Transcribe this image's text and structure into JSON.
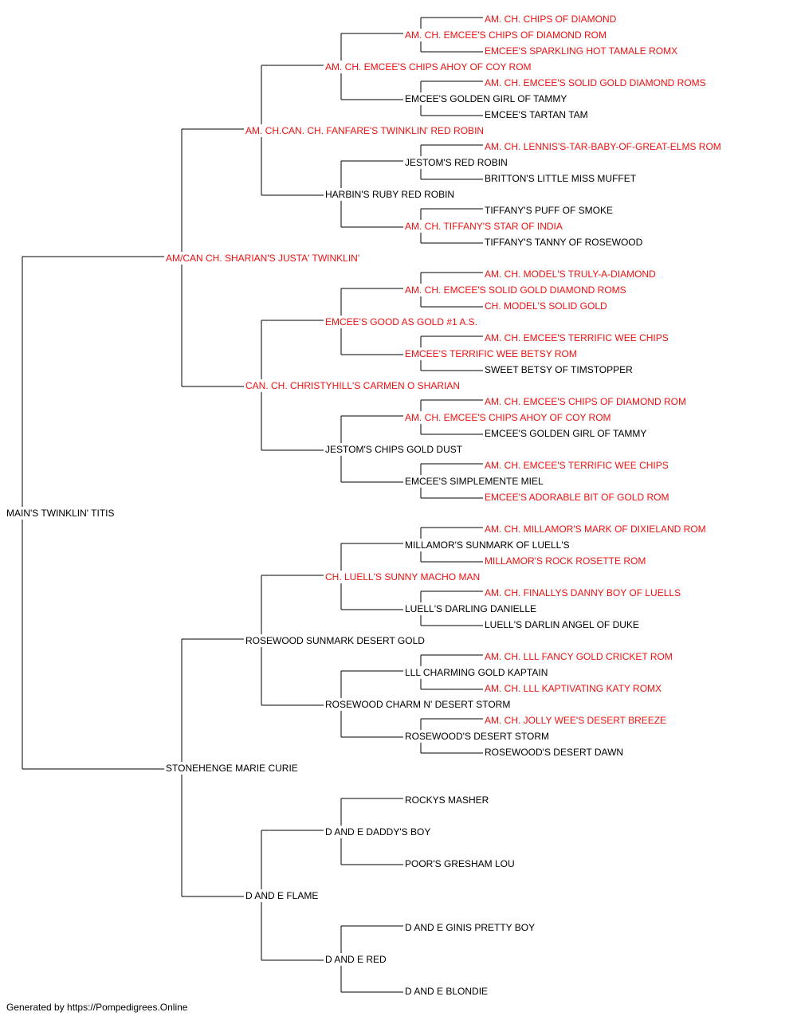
{
  "colors": {
    "champion": "#ee1111",
    "normal": "#000000",
    "line": "#000000"
  },
  "pedigree": {
    "n": "MAIN'S TWINKLIN' TITIS",
    "s": {
      "n": "AM/CAN CH. SHARIAN'S JUSTA' TWINKLIN'",
      "ch": true,
      "s": {
        "n": "AM. CH.CAN. CH. FANFARE'S TWINKLIN' RED ROBIN",
        "ch": true,
        "s": {
          "n": "AM. CH. EMCEE'S CHIPS AHOY OF COY ROM",
          "ch": true,
          "s": {
            "n": "AM. CH. EMCEE'S CHIPS OF DIAMOND ROM",
            "ch": true,
            "s": {
              "n": "AM. CH. CHIPS OF DIAMOND",
              "ch": true
            },
            "d": {
              "n": "EMCEE'S SPARKLING HOT TAMALE ROMX",
              "ch": true
            }
          },
          "d": {
            "n": "EMCEE'S GOLDEN GIRL OF TAMMY",
            "s": {
              "n": "AM. CH. EMCEE'S SOLID GOLD DIAMOND ROMS",
              "ch": true
            },
            "d": {
              "n": "EMCEE'S TARTAN TAM"
            }
          }
        },
        "d": {
          "n": "HARBIN'S RUBY RED ROBIN",
          "s": {
            "n": "JESTOM'S RED ROBIN",
            "s": {
              "n": "AM. CH. LENNIS'S-TAR-BABY-OF-GREAT-ELMS ROM",
              "ch": true
            },
            "d": {
              "n": "BRITTON'S LITTLE MISS MUFFET"
            }
          },
          "d": {
            "n": "AM. CH. TIFFANY'S STAR OF INDIA",
            "ch": true,
            "s": {
              "n": "TIFFANY'S PUFF OF SMOKE"
            },
            "d": {
              "n": "TIFFANY'S TANNY OF ROSEWOOD"
            }
          }
        }
      },
      "d": {
        "n": "CAN. CH. CHRISTYHILL'S CARMEN O SHARIAN",
        "ch": true,
        "s": {
          "n": "EMCEE'S GOOD AS GOLD #1 A.S.",
          "ch": true,
          "s": {
            "n": "AM. CH. EMCEE'S SOLID GOLD DIAMOND ROMS",
            "ch": true,
            "s": {
              "n": "AM. CH. MODEL'S TRULY-A-DIAMOND",
              "ch": true
            },
            "d": {
              "n": "CH. MODEL'S SOLID GOLD",
              "ch": true
            }
          },
          "d": {
            "n": "EMCEE'S TERRIFIC WEE BETSY ROM",
            "ch": true,
            "s": {
              "n": "AM. CH. EMCEE'S TERRIFIC WEE CHIPS",
              "ch": true
            },
            "d": {
              "n": "SWEET BETSY OF TIMSTOPPER"
            }
          }
        },
        "d": {
          "n": "JESTOM'S CHIPS GOLD DUST",
          "s": {
            "n": "AM. CH. EMCEE'S CHIPS AHOY OF COY ROM",
            "ch": true,
            "s": {
              "n": "AM. CH. EMCEE'S CHIPS OF DIAMOND ROM",
              "ch": true
            },
            "d": {
              "n": "EMCEE'S GOLDEN GIRL OF TAMMY"
            }
          },
          "d": {
            "n": "EMCEE'S SIMPLEMENTE MIEL",
            "s": {
              "n": "AM. CH. EMCEE'S TERRIFIC WEE CHIPS",
              "ch": true
            },
            "d": {
              "n": "EMCEE'S ADORABLE BIT OF GOLD ROM",
              "ch": true
            }
          }
        }
      }
    },
    "d": {
      "n": "STONEHENGE MARIE CURIE",
      "s": {
        "n": "ROSEWOOD SUNMARK DESERT GOLD",
        "s": {
          "n": "CH. LUELL'S SUNNY MACHO MAN",
          "ch": true,
          "s": {
            "n": "MILLAMOR'S SUNMARK OF LUELL'S",
            "s": {
              "n": "AM. CH. MILLAMOR'S MARK OF DIXIELAND ROM",
              "ch": true
            },
            "d": {
              "n": "MILLAMOR'S ROCK ROSETTE ROM",
              "ch": true
            }
          },
          "d": {
            "n": "LUELL'S DARLING DANIELLE",
            "s": {
              "n": "AM. CH. FINALLYS DANNY BOY OF LUELLS",
              "ch": true
            },
            "d": {
              "n": "LUELL'S DARLIN ANGEL OF DUKE"
            }
          }
        },
        "d": {
          "n": "ROSEWOOD CHARM N' DESERT STORM",
          "s": {
            "n": "LLL CHARMING GOLD KAPTAIN",
            "s": {
              "n": "AM. CH. LLL FANCY GOLD CRICKET ROM",
              "ch": true
            },
            "d": {
              "n": "AM. CH. LLL KAPTIVATING KATY ROMX",
              "ch": true
            }
          },
          "d": {
            "n": "ROSEWOOD'S DESERT STORM",
            "s": {
              "n": "AM. CH. JOLLY WEE'S DESERT BREEZE",
              "ch": true
            },
            "d": {
              "n": "ROSEWOOD'S DESERT DAWN"
            }
          }
        }
      },
      "d": {
        "n": "D AND E FLAME",
        "s": {
          "n": "D AND E DADDY'S BOY",
          "s": {
            "n": "ROCKYS MASHER"
          },
          "d": {
            "n": "POOR'S GRESHAM LOU"
          }
        },
        "d": {
          "n": "D AND E RED",
          "s": {
            "n": "D AND E GINIS PRETTY BOY"
          },
          "d": {
            "n": "D AND E BLONDIE"
          }
        }
      }
    }
  },
  "footer": "Generated by https://Pompedigrees.Online"
}
